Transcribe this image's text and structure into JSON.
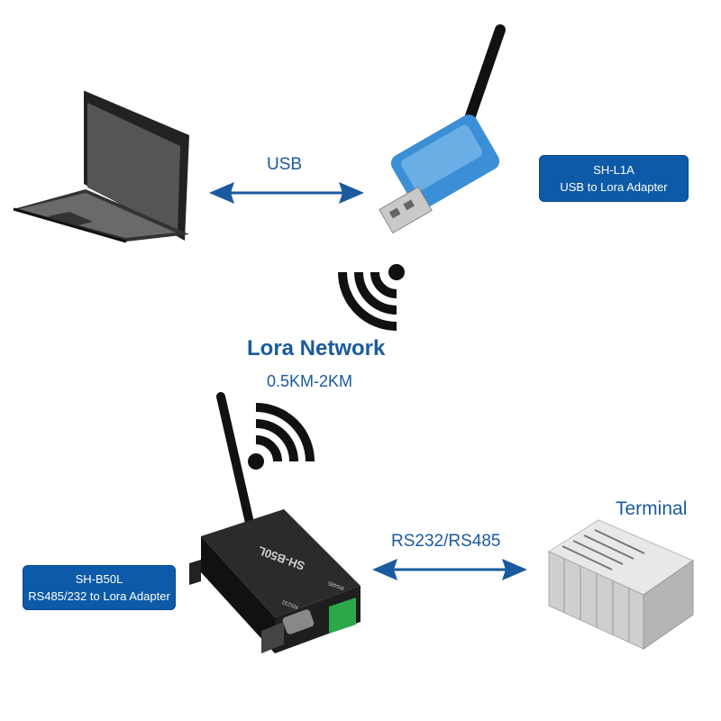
{
  "usb_link": {
    "label": "USB"
  },
  "usb_adapter": {
    "model": "SH-L1A",
    "description": "USB to Lora Adapter"
  },
  "network": {
    "title": "Lora Network",
    "range": "0.5KM-2KM"
  },
  "serial_link": {
    "label": "RS232/RS485"
  },
  "terminal": {
    "label": "Terminal"
  },
  "serial_adapter": {
    "model": "SH-B50L",
    "description": "RS485/232 to Lora Adapter",
    "device_print": "SH-B50L",
    "port_rs485": "RS485",
    "port_rs232": "RS232"
  },
  "colors": {
    "accent": "#1a5a9e",
    "badge": "#0d5aa8",
    "usb_body": "#3a8fd6",
    "terminal_block": "#2aa84a"
  }
}
